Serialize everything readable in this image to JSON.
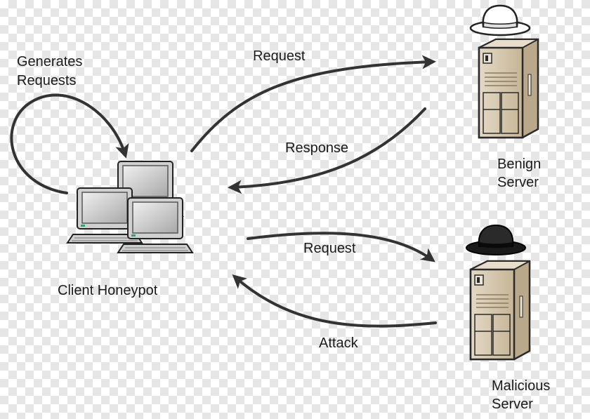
{
  "labels": {
    "generates_line1": "Generates",
    "generates_line2": "Requests",
    "request_top": "Request",
    "response": "Response",
    "benign_line1": "Benign",
    "benign_line2": "Server",
    "request_bottom": "Request",
    "attack": "Attack",
    "client_honeypot": "Client Honeypot",
    "malicious_line1": "Malicious",
    "malicious_line2": "Server"
  },
  "colors": {
    "arrow": "#333333",
    "server_body": "#d6c8b0",
    "monitor": "#c9c9c9",
    "white_hat": "#ffffff",
    "black_hat": "#1a1a1a"
  },
  "icons": {
    "client": "computer-cluster-icon",
    "benign_server": "server-tower-icon",
    "malicious_server": "server-tower-icon",
    "benign_hat": "white-fedora-icon",
    "malicious_hat": "black-fedora-icon"
  }
}
